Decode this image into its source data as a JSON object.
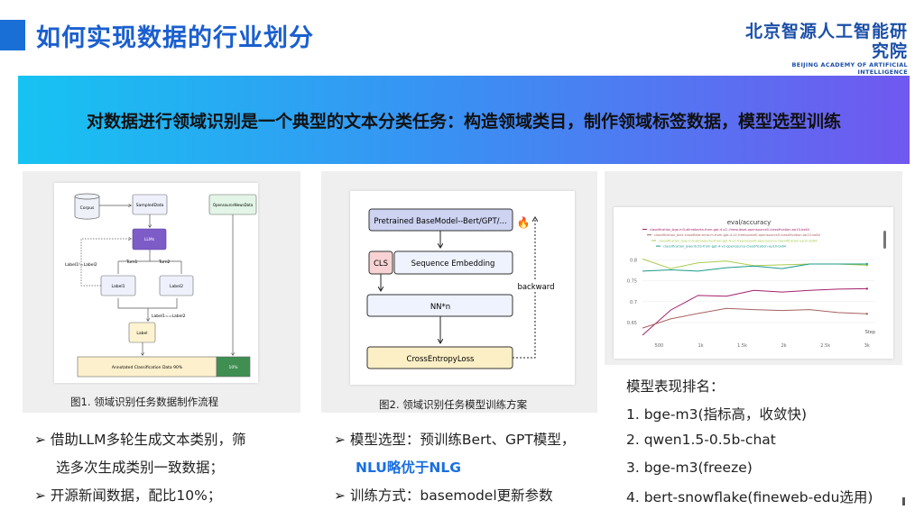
{
  "header": {
    "title": "如何实现数据的行业划分",
    "logo_cn": "北京智源人工智能研究院",
    "logo_en": "BEIJING ACADEMY OF ARTIFICIAL INTELLIGENCE"
  },
  "banner": {
    "text": "对数据进行领域识别是一个典型的文本分类任务：构造领域类目，制作领域标签数据，模型选型训练",
    "colors": [
      "#16c3f2",
      "#7058f0"
    ]
  },
  "figure1": {
    "caption": "图1. 领域识别任务数据制作流程",
    "nodes": {
      "corpus": "Corpus",
      "sampled": "SampledData",
      "llms": "LLMs",
      "label1": "Label1",
      "label2": "Label2",
      "label": "Label",
      "news": "OpensourceNewsData",
      "annotated": "Annotated Classification Data 90%",
      "ratio": "10%"
    },
    "edges": {
      "turn1": "Turn1",
      "turn2": "Turn2",
      "neq": "Label1!=Label2",
      "eq": "Label1==Label2"
    }
  },
  "figure2": {
    "caption": "图2. 领域识别任务模型训练方案",
    "nodes": {
      "base": "Pretrained BaseModel--Bert/GPT/...",
      "cls": "CLS",
      "seq": "Sequence Embedding",
      "nn": "NN*n",
      "loss": "CrossEntropyLoss",
      "backward": "backward"
    }
  },
  "left_text": [
    "➢  借助LLM多轮生成文本类别，筛",
    "选多次生成类别一致数据；",
    "➢  开源新闻数据，配比10%；"
  ],
  "middle_text": [
    "➢  模型选型：预训练Bert、GPT模型，",
    "NLU略优于NLG",
    "➢  训练方式：basemodel更新参数"
  ],
  "ranking": {
    "title": "模型表现排名：",
    "items": [
      "1.  bge-m3(指标高，收敛快)",
      "2.  qwen1.5-0.5b-chat",
      "3.  bge-m3(freeze)",
      "4.  bert-snowflake(fineweb-edu选用)"
    ]
  },
  "chart_data": {
    "type": "line",
    "title": "eval/accuracy",
    "xlabel": "Step",
    "ylabel": "",
    "xlim": [
      300,
      3100
    ],
    "ylim": [
      0.62,
      0.805
    ],
    "xticks": [
      500,
      1000,
      1500,
      2000,
      2500,
      3000
    ],
    "xtick_labels": [
      "500",
      "1k",
      "1.5k",
      "2k",
      "2.5k",
      "3k"
    ],
    "yticks": [
      0.65,
      0.7,
      0.75,
      0.8
    ],
    "ytick_labels": [
      "0.65",
      "0.7",
      "0.75",
      "0.8"
    ],
    "grid": true,
    "legend": "top",
    "x": [
      300,
      640,
      970,
      1310,
      1640,
      1980,
      2310,
      2650,
      3000
    ],
    "series": [
      {
        "name": "classification_bge-m3-alimeberta-from-gpt-4-v2--freesubset-opensource0-classification-ep10-bs64",
        "color": "#a3206a",
        "values": [
          0.62,
          0.68,
          0.715,
          0.713,
          0.727,
          0.723,
          0.727,
          0.73,
          0.731
        ]
      },
      {
        "name": "classification_bert-snowflake-emb-m-from-gpt-4-v2-freesubset0-opensource0-classification-ep10-bs64",
        "color": "#a86060",
        "values": [
          0.637,
          0.659,
          0.672,
          0.684,
          0.681,
          0.679,
          0.681,
          0.674,
          0.671
        ]
      },
      {
        "name": "classification_bge-m3-alimeberta-from-gpt-4-v2-freesubset0-opensource-classification-ep10-bs64",
        "color": "#a8cc50",
        "values": [
          0.802,
          0.779,
          0.793,
          0.797,
          0.786,
          0.788,
          0.79,
          0.79,
          0.787
        ]
      },
      {
        "name": "classification_qwen0.5b-from-gpt-4-v2-opensource-classification-ep10-bs64",
        "color": "#1a9a8a",
        "values": [
          0.773,
          0.776,
          0.773,
          0.781,
          0.785,
          0.779,
          0.79,
          0.79,
          0.79
        ]
      }
    ]
  }
}
